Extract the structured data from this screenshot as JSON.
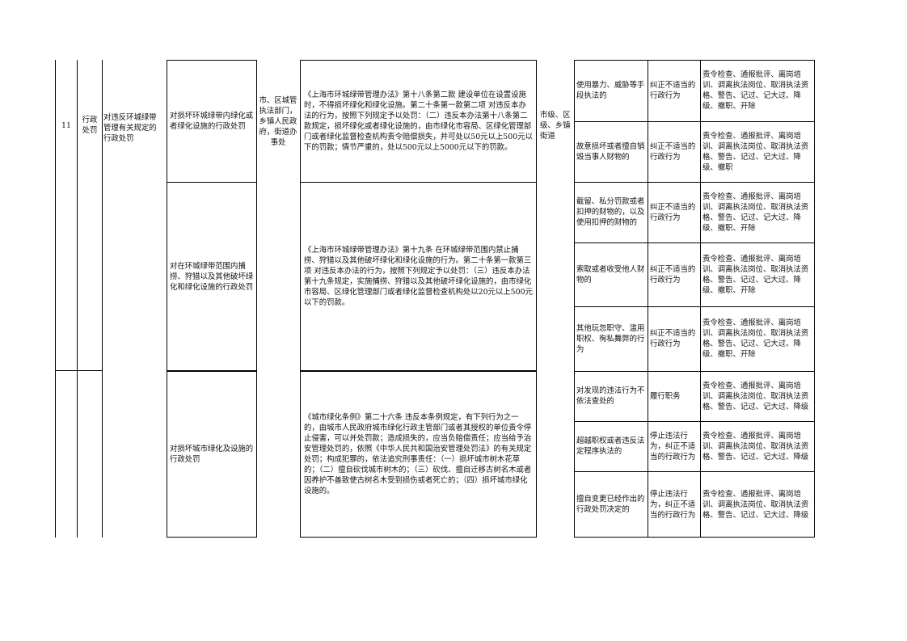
{
  "row1": {
    "index": "11",
    "type": "行政处罚",
    "name": "对违反环城绿带管理有关规定的行政处罚",
    "subitems": [
      {
        "name": "对损坏环城绿带内绿化或者绿化设施的行政处罚",
        "basis": "《上海市环城绿带管理办法》第十八条第二款 建设单位在设置设施时，不得损坏绿化和绿化设施。第二十条第一款第二项 对违反本办法的行为，按照下列规定予以处罚：（二）违反本办法第十八条第二款规定，损坏绿化或者绿化设施的，由市绿化市容局、区绿化管理部门或者绿化监督检查机构责令赔偿损失，并可处以50元以上500元以下的罚款；情节严重的，处以500元以上5000元以下的罚款。"
      },
      {
        "name": "对在环城绿带范围内捕捞、狩猎以及其他破坏绿化和绿化设施的行政处罚",
        "basis": "《上海市环城绿带管理办法》第十九条 在环城绿带范围内禁止捕捞、狩猎以及其他破坏绿化和绿化设施的行为。第二十条第一款第三项 对违反本办法的行为，按照下列规定予以处罚：（三）违反本办法第十九条规定，实施捕捞、狩猎以及其他破坏绿化设施的，由市绿化市容局、区绿化管理部门或者绿化监督检查机构处以20元以上500元以下的罚款。"
      }
    ],
    "dept": "市、区城管执法部门，乡镇人民政府，街道办事处",
    "level": "市级、区级、乡镇街道",
    "duties": [
      {
        "situation": "使用暴力、威胁等手段执法的",
        "type": "纠正不适当的行政行为",
        "penalty": "责令检查、通报批评、离岗培训、调离执法岗位、取消执法资格、警告、记过、记大过、降级、撤职、开除"
      },
      {
        "situation": "故意损坏或者擅自销毁当事人财物的",
        "type": "纠正不适当的行政行为",
        "penalty": "责令检查、通报批评、离岗培训、调离执法岗位、取消执法资格、警告、记过、记大过、降级、撤职"
      },
      {
        "situation": "截留、私分罚款或者扣押的财物的，以及使用扣押的财物的",
        "type": "纠正不适当的行政行为",
        "penalty": "责令检查、通报批评、离岗培训、调离执法岗位、取消执法资格、警告、记过、记大过、降级、撤职、开除"
      },
      {
        "situation": "索取或者收受他人财物的",
        "type": "纠正不适当的行政行为",
        "penalty": "责令检查、通报批评、离岗培训、调离执法岗位、取消执法资格、警告、记过、记大过、降级、撤职、开除"
      },
      {
        "situation": "其他玩忽职守、滥用职权、徇私舞弊的行为",
        "type": "纠正不适当的行政行为",
        "penalty": "责令检查、通报批评、离岗培训、调离执法岗位、取消执法资格、警告、记过、记大过、降级、撤职、开除"
      }
    ]
  },
  "row2": {
    "name": "对损坏城市绿化及设施的行政处罚",
    "basis": "《城市绿化条例》第二十六条 违反本条例规定，有下列行为之一的，由城市人民政府城市绿化行政主管部门或者其授权的单位责令停止侵害，可以并处罚款；造成损失的，应当负赔偿责任；应当给予治安管理处罚的，依照《中华人民共和国治安管理处罚法》的有关规定处罚；构成犯罪的，依法追究刑事责任：（一）损坏城市树木花草的；（二）擅自砍伐城市树木的；（三）砍伐、擅自迁移古树名木或者因养护不善致使古树名木受到损伤或者死亡的；（四）损坏城市绿化设施的。",
    "duties": [
      {
        "situation": "对发现的违法行为不依法查处的",
        "type": "履行职务",
        "penalty": "责令检查、通报批评、离岗培训、调离执法岗位、取消执法资格、警告、记过、记大过、降级"
      },
      {
        "situation": "超越职权或者违反法定程序执法的",
        "type": "停止违法行为，纠正不适当的行政行为",
        "penalty": "责令检查、通报批评、离岗培训、调离执法岗位、取消执法资格、警告、记过、记大过、降级"
      },
      {
        "situation": "擅自变更已经作出的行政处罚决定的",
        "type": "停止违法行为，纠正不适当的行政行为",
        "penalty": "责令检查、通报批评、离岗培训、调离执法岗位、取消执法资格、警告、记过、记大过、降级"
      }
    ]
  }
}
